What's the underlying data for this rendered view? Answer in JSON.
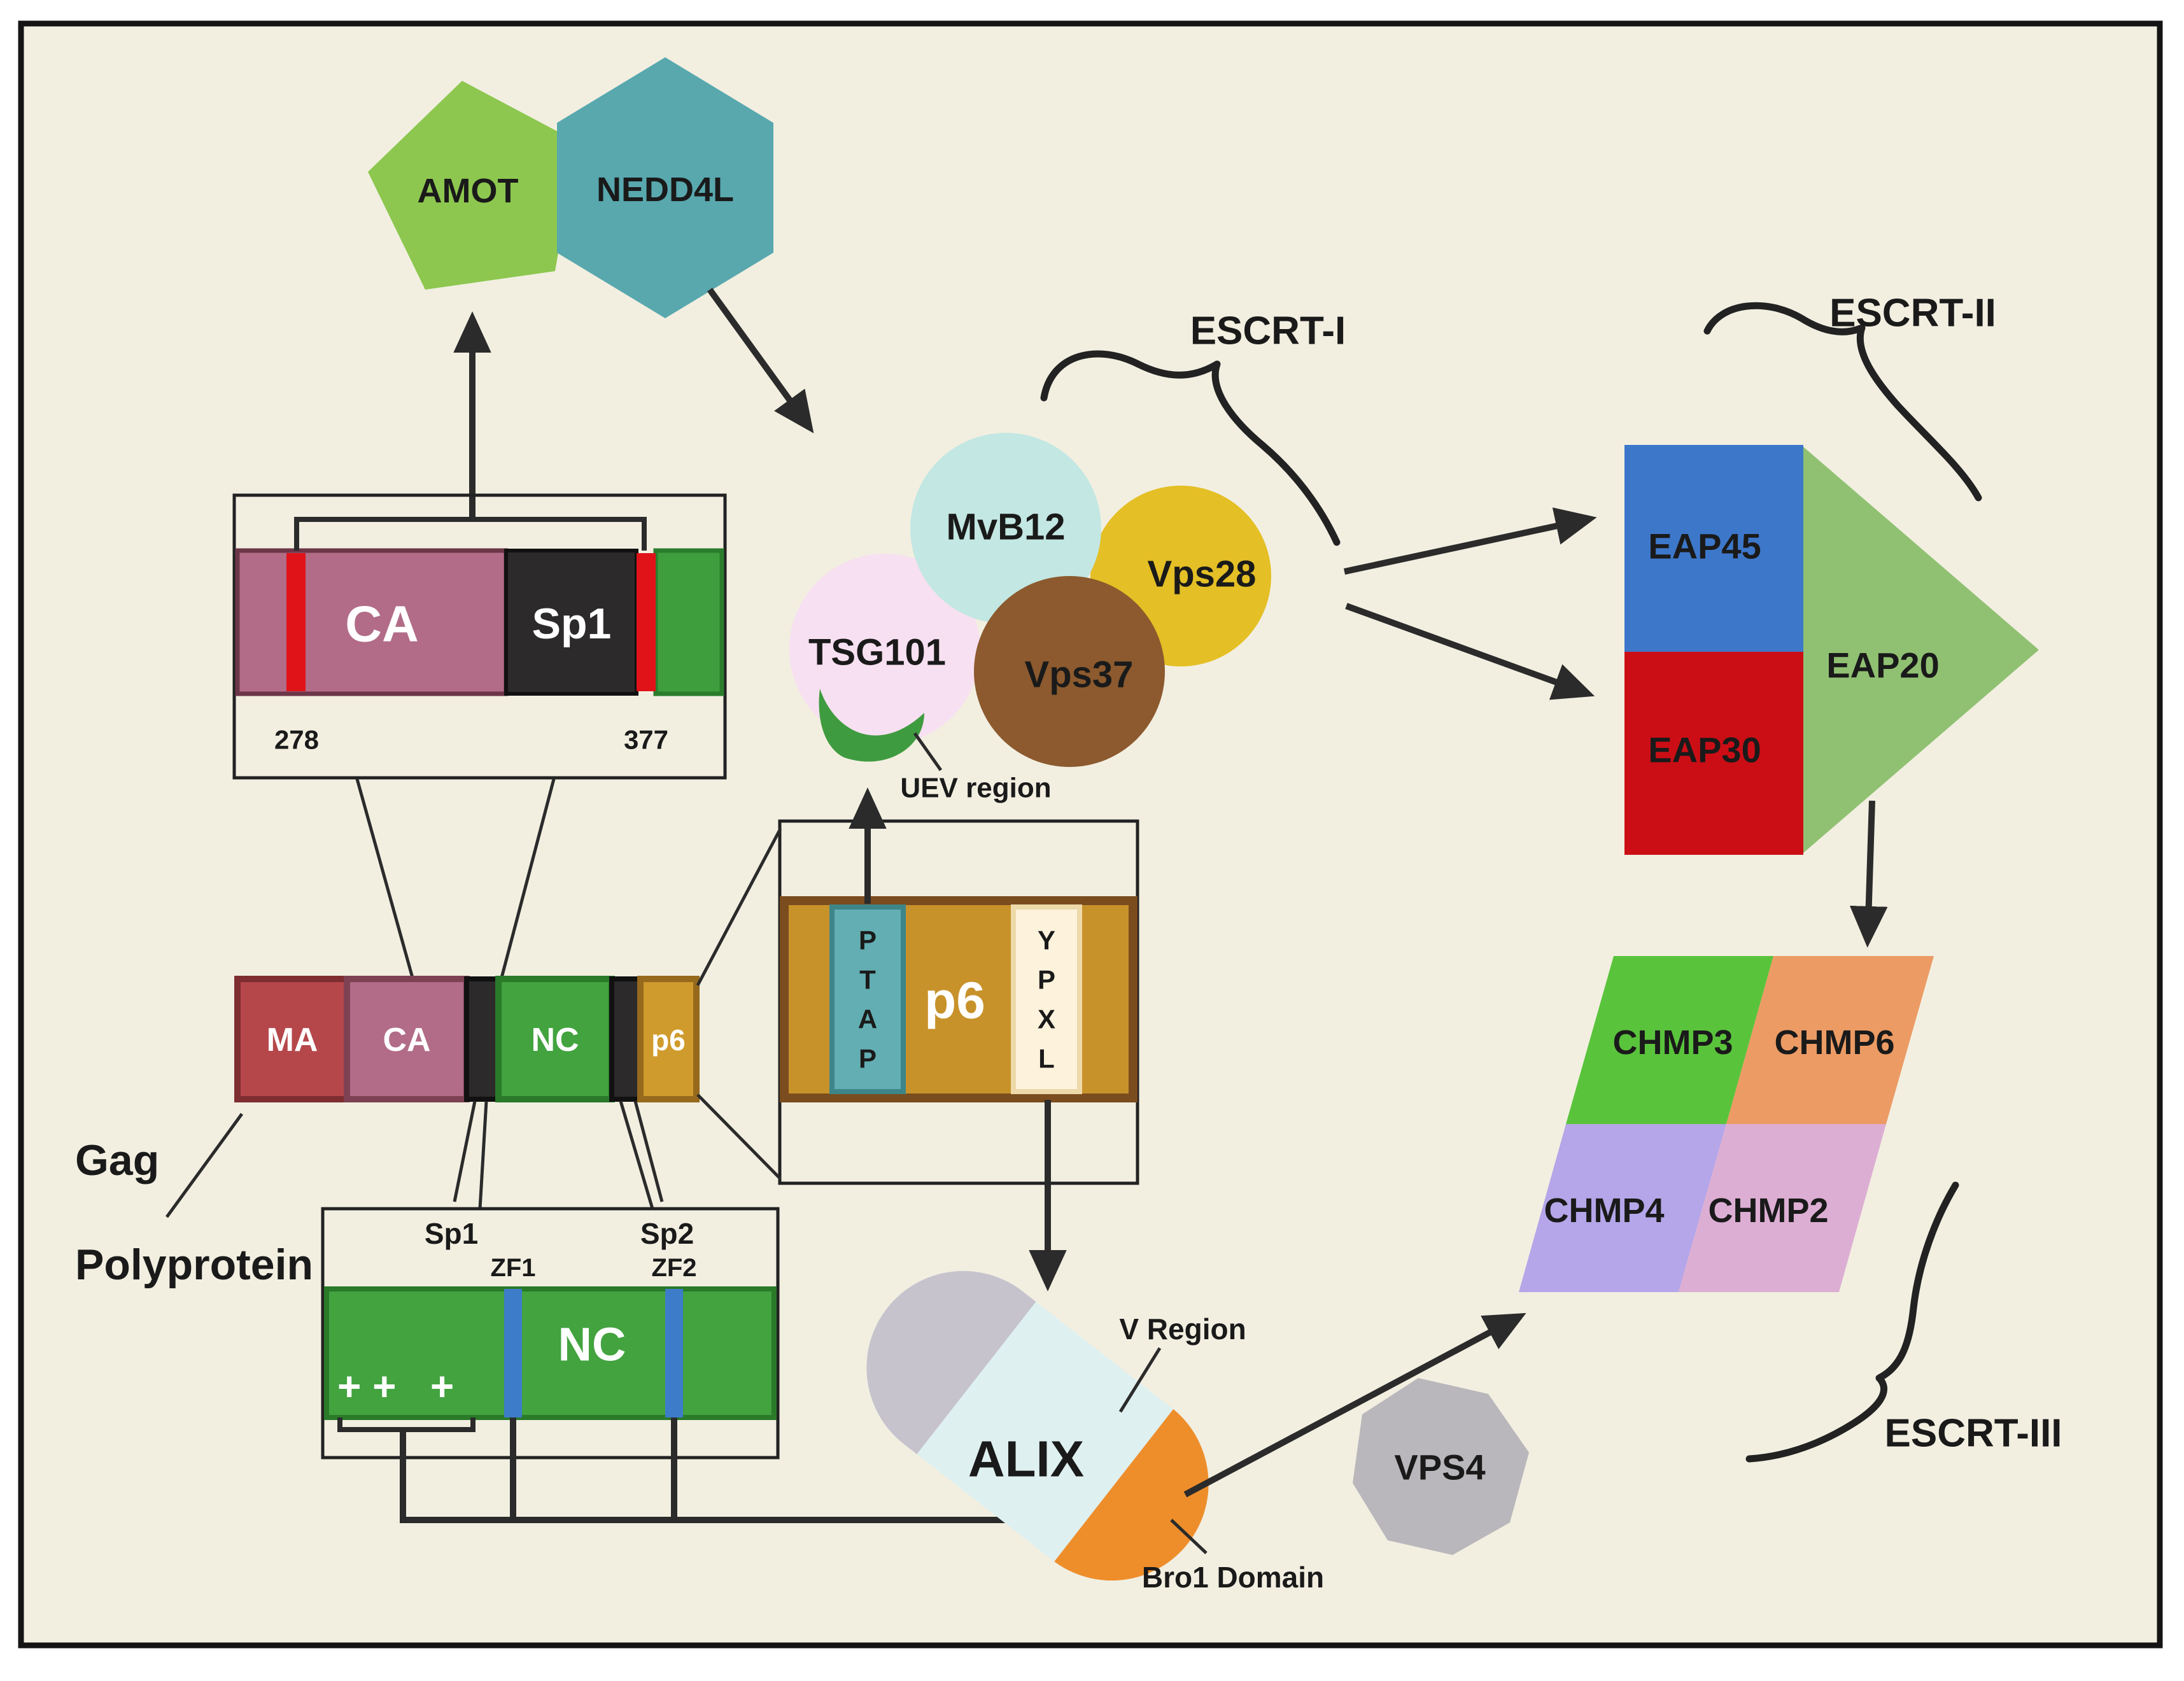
{
  "figure": {
    "background_color": "#f2efe1",
    "frame_color": "#141414",
    "line_color": "#2b2b2b",
    "complex_labels": {
      "escrt1": "ESCRT-I",
      "escrt2": "ESCRT-II",
      "escrt3": "ESCRT-III"
    },
    "top_proteins": {
      "amot": "AMOT",
      "nedd4l": "NEDD4L"
    },
    "escrt1": {
      "mvb12": "MvB12",
      "vps28": "Vps28",
      "tsg101": "TSG101",
      "vps37": "Vps37",
      "uev_region": "UEV region"
    },
    "escrt2": {
      "eap45": "EAP45",
      "eap30": "EAP30",
      "eap20": "EAP20"
    },
    "escrt3": {
      "chmp3": "CHMP3",
      "chmp6": "CHMP6",
      "chmp4": "CHMP4",
      "chmp2": "CHMP2"
    },
    "gag": {
      "title_line1": "Gag",
      "title_line2": "Polyprotein",
      "ma": "MA",
      "ca": "CA",
      "sp1": "Sp1",
      "nc": "NC",
      "sp2": "Sp2",
      "p6": "p6"
    },
    "ca_zoom": {
      "ca": "CA",
      "sp1": "Sp1",
      "start_residue": "278",
      "end_residue": "377"
    },
    "nc_zoom": {
      "nc": "NC",
      "zf1": "ZF1",
      "zf2": "ZF2",
      "charges": "+ +   +"
    },
    "p6_zoom": {
      "p6": "p6",
      "ptap": [
        "P",
        "T",
        "A",
        "P"
      ],
      "ypxl": [
        "Y",
        "P",
        "X",
        "L"
      ]
    },
    "alix": {
      "label": "ALIX",
      "v_region": "V Region",
      "bro1_domain": "Bro1 Domain"
    },
    "vps4": "VPS4",
    "colors": {
      "amot": "#8dc74f",
      "nedd4l": "#58a8ae",
      "mvb12": "#c3e7e3",
      "vps28": "#e4bf25",
      "tsg101": "#f7e0f1",
      "vps37": "#8c5a2e",
      "uev": "#3f9b3f",
      "eap45": "#3d77c9",
      "eap30": "#cb0e15",
      "eap20": "#90c172",
      "chmp3": "#5ac33c",
      "chmp6": "#ec9b64",
      "chmp4": "#b4a6e8",
      "chmp2": "#ddaed3",
      "ma": "#b5474b",
      "ca": "#b26c87",
      "nc": "#42a33f",
      "p6": "#d09b2d",
      "spacer": "#2d2a2b",
      "motif_red": "#e01319",
      "zf_blue": "#3d7cc9",
      "ptap_teal": "#62aeb2",
      "ypxl_cream": "#fdf3dc",
      "alix_gray": "#c6c3cd",
      "alix_v": "#dff0f0",
      "alix_bro1": "#ee8e2b",
      "vps4": "#b9b7bb"
    }
  }
}
